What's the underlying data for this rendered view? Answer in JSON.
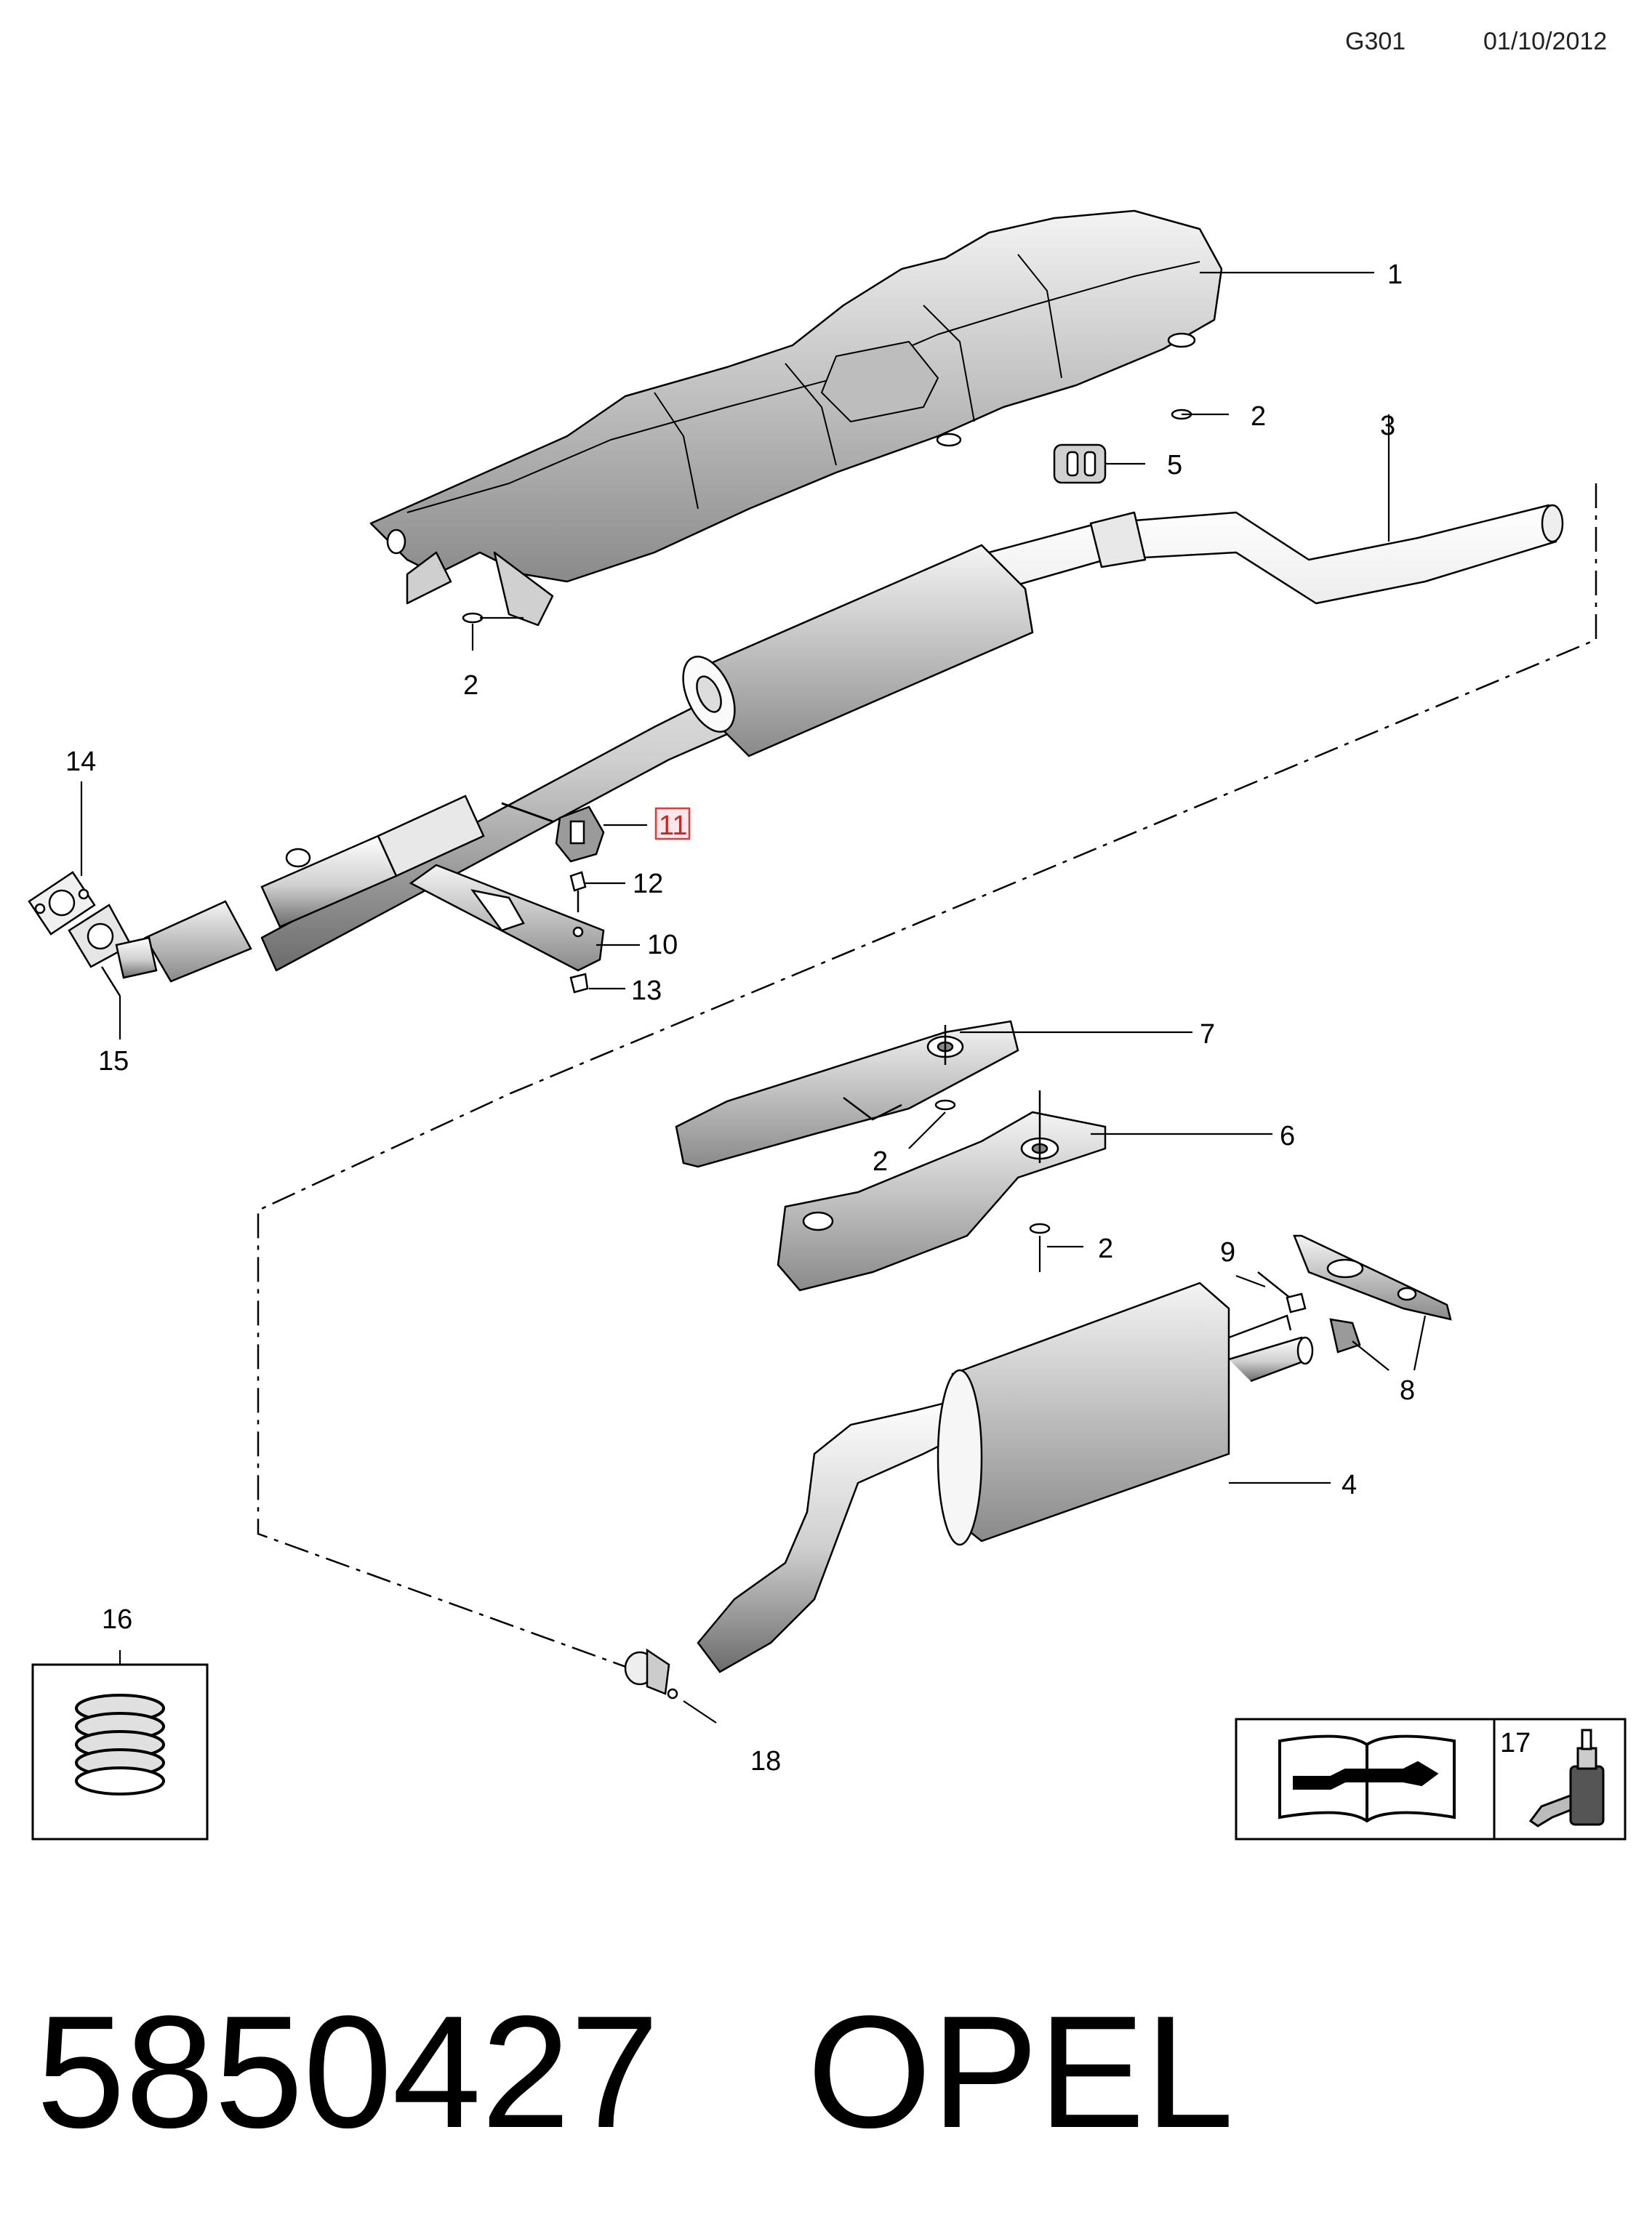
{
  "header": {
    "code": "G301",
    "date": "01/10/2012"
  },
  "footer": {
    "part_number": "5850427",
    "brand": "OPEL"
  },
  "callouts": {
    "c1": "1",
    "c2a": "2",
    "c2b": "2",
    "c2c": "2",
    "c2d": "2",
    "c3": "3",
    "c4": "4",
    "c5": "5",
    "c6": "6",
    "c7": "7",
    "c8": "8",
    "c9": "9",
    "c10": "10",
    "c11": "11",
    "c12": "12",
    "c13": "13",
    "c14": "14",
    "c15": "15",
    "c16": "16",
    "c17": "17",
    "c18": "18"
  },
  "highlight": {
    "part": "11",
    "color": "#e53935",
    "fill": "#fde7ea"
  }
}
